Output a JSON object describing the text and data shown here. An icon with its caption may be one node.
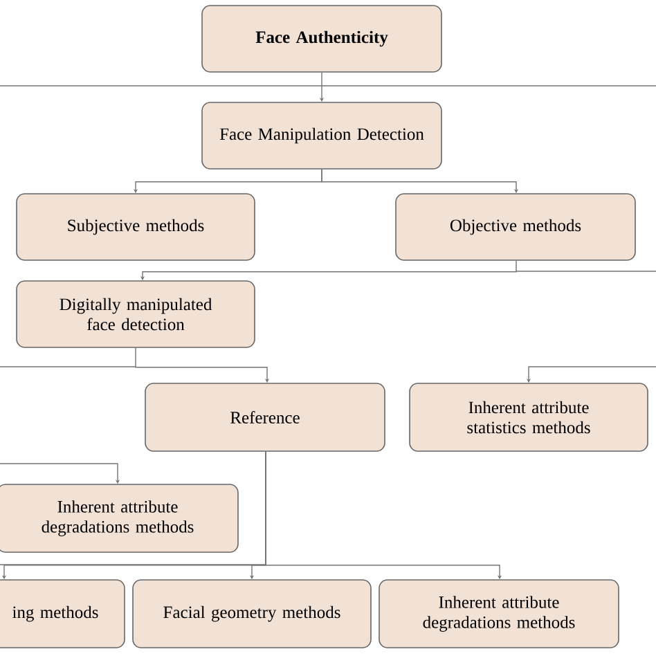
{
  "diagram": {
    "nodes": [
      {
        "text": [
          "Face Authenticity"
        ]
      },
      {
        "text": [
          "Face Manipulation Detection"
        ]
      },
      {
        "text": [
          "Subjective methods"
        ]
      },
      {
        "text": [
          "Objective methods"
        ]
      },
      {
        "text": [
          "Digitally manipulated face detection"
        ]
      },
      {
        "text": [
          "Reference"
        ]
      },
      {
        "text": [
          "Inherent attribute statistics methods"
        ]
      },
      {
        "text": [
          "Inherent attribute degradations methods"
        ]
      },
      {
        "text": [
          "ing methods"
        ]
      },
      {
        "text": [
          "Facial geometry methods"
        ]
      },
      {
        "text": [
          "Inherent attribute degradations methods"
        ]
      }
    ],
    "edges": [
      {
        "from": 0,
        "to": 1,
        "arrow": "to"
      },
      {
        "from": 1,
        "to": 2,
        "arrow": "to"
      },
      {
        "from": 1,
        "to": 3,
        "arrow": "to"
      },
      {
        "from": 3,
        "to": 4,
        "arrow": "to"
      },
      {
        "from": 4,
        "to": 5,
        "arrow": "to"
      },
      {
        "from": null,
        "to": 6,
        "arrow": "to"
      },
      {
        "from": null,
        "to": 7,
        "arrow": "to"
      },
      {
        "from": 5,
        "to": 8,
        "arrow": "to"
      },
      {
        "from": 5,
        "to": 9,
        "arrow": "to"
      },
      {
        "from": 5,
        "to": 10,
        "arrow": "to"
      }
    ]
  }
}
